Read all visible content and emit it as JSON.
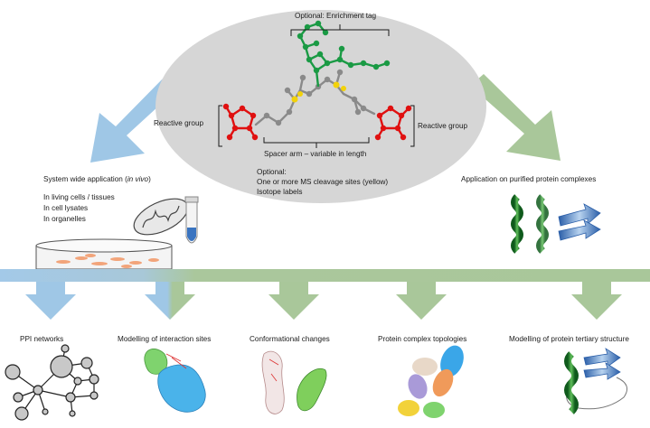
{
  "crosslinker": {
    "enrichment_tag": "Optional: Enrichment tag",
    "reactive_group_left": "Reactive group",
    "reactive_group_right": "Reactive group",
    "spacer_arm": "Spacer arm – variable in length",
    "optional_heading": "Optional:",
    "optional_items": [
      "One or more MS cleavage sites (yellow)",
      "Isotope labels"
    ]
  },
  "in_vivo": {
    "title_prefix": "System wide application (",
    "title_italic": "in vivo",
    "title_suffix": ")",
    "items": [
      "In living cells / tissues",
      "In cell lysates",
      "In organelles"
    ]
  },
  "purified": {
    "title": "Application on purified protein complexes"
  },
  "applications": [
    "PPI networks",
    "Modelling of interaction sites",
    "Conformational changes",
    "Protein complex topologies",
    "Modelling of protein tertiary structure"
  ],
  "colors": {
    "blue_arrow": "#9fc7e6",
    "green_arrow": "#a9c79a",
    "ellipse": "#d6d6d6",
    "tag_atoms": "#1a9a44",
    "reactive_atoms": "#e01010",
    "cleavage_atoms": "#f2d20a",
    "spacer_atoms": "#8a8a8a"
  }
}
